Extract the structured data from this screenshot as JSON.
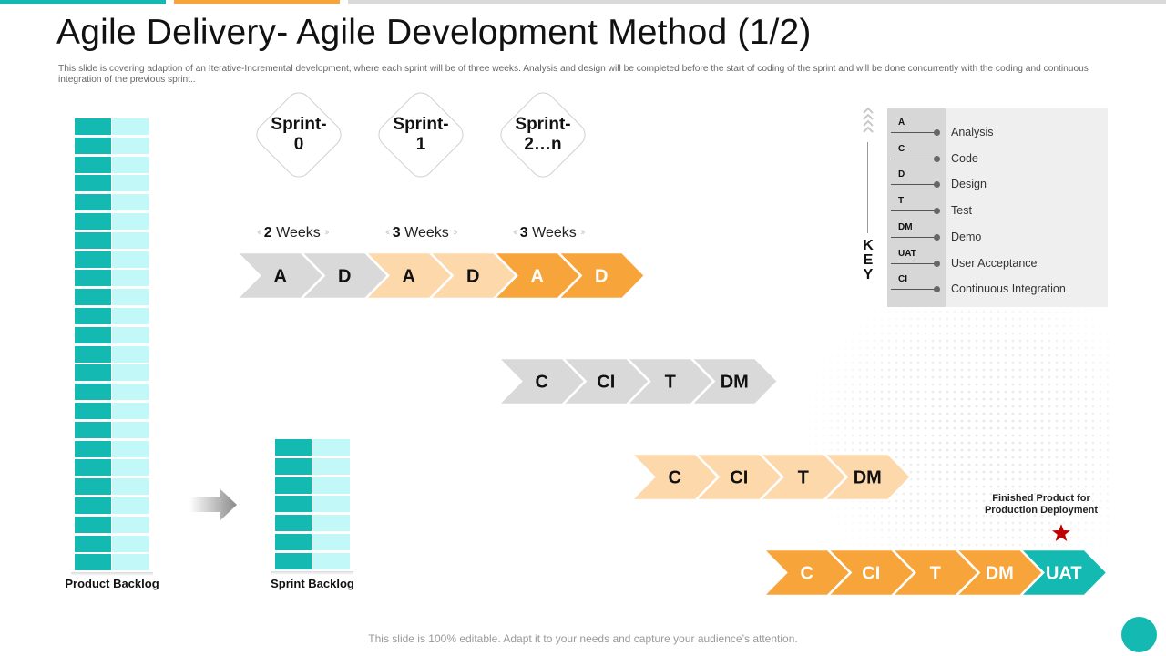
{
  "title": "Agile Delivery- Agile Development Method (1/2)",
  "subtitle": "This slide is covering adaption of an Iterative-Incremental development,  where each sprint will be of three weeks. Analysis and design will be completed  before the start of coding of the sprint and will be done concurrently with the coding and continuous integration of the previous sprint..",
  "colors": {
    "teal": "#14b9b2",
    "light_teal": "#c3f8f8",
    "orange": "#f7a53a",
    "light_orange": "#fbc98c",
    "pale_orange": "#fdd8ab",
    "gray": "#d9d9d9",
    "key_panel": "#efefef",
    "star": "#c00000"
  },
  "backlogs": {
    "product": {
      "label": "Product Backlog",
      "rows": 24
    },
    "sprint": {
      "label": "Sprint Backlog",
      "rows": 7
    }
  },
  "sprints": [
    {
      "label": "Sprint-\n0"
    },
    {
      "label": "Sprint-\n1"
    },
    {
      "label": "Sprint-\n2…n"
    }
  ],
  "weeks": [
    {
      "num": "2",
      "unit": "Weeks"
    },
    {
      "num": "3",
      "unit": "Weeks"
    },
    {
      "num": "3",
      "unit": "Weeks"
    }
  ],
  "rows": [
    {
      "id": "row1",
      "items": [
        {
          "label": "A",
          "color": "#d9d9d9",
          "text": "#111111"
        },
        {
          "label": "D",
          "color": "#d9d9d9",
          "text": "#111111"
        },
        {
          "label": "A",
          "color": "#fdd8ab",
          "text": "#111111"
        },
        {
          "label": "D",
          "color": "#fdd8ab",
          "text": "#111111"
        },
        {
          "label": "A",
          "color": "#f7a53a",
          "text": "#ffffff"
        },
        {
          "label": "D",
          "color": "#f7a53a",
          "text": "#ffffff"
        }
      ]
    },
    {
      "id": "row2",
      "items": [
        {
          "label": "C",
          "color": "#d9d9d9",
          "text": "#111111"
        },
        {
          "label": "CI",
          "color": "#d9d9d9",
          "text": "#111111"
        },
        {
          "label": "T",
          "color": "#d9d9d9",
          "text": "#111111"
        },
        {
          "label": "DM",
          "color": "#d9d9d9",
          "text": "#111111"
        }
      ]
    },
    {
      "id": "row3",
      "items": [
        {
          "label": "C",
          "color": "#fdd8ab",
          "text": "#111111"
        },
        {
          "label": "CI",
          "color": "#fdd8ab",
          "text": "#111111"
        },
        {
          "label": "T",
          "color": "#fdd8ab",
          "text": "#111111"
        },
        {
          "label": "DM",
          "color": "#fdd8ab",
          "text": "#111111"
        }
      ]
    },
    {
      "id": "row4",
      "items": [
        {
          "label": "C",
          "color": "#f7a53a",
          "text": "#ffffff"
        },
        {
          "label": "CI",
          "color": "#f7a53a",
          "text": "#ffffff"
        },
        {
          "label": "T",
          "color": "#f7a53a",
          "text": "#ffffff"
        },
        {
          "label": "DM",
          "color": "#f7a53a",
          "text": "#ffffff"
        },
        {
          "label": "UAT",
          "color": "#14b9b2",
          "text": "#ffffff"
        }
      ]
    }
  ],
  "key": {
    "word": "KEY",
    "items": [
      {
        "abbr": "A",
        "desc": "Analysis"
      },
      {
        "abbr": "C",
        "desc": "Code"
      },
      {
        "abbr": "D",
        "desc": "Design"
      },
      {
        "abbr": "T",
        "desc": "Test"
      },
      {
        "abbr": "DM",
        "desc": "Demo"
      },
      {
        "abbr": "UAT",
        "desc": "User Acceptance"
      },
      {
        "abbr": "CI",
        "desc": "Continuous Integration"
      }
    ]
  },
  "final_note": "Finished Product for Production Deployment",
  "footer": "This slide is 100% editable. Adapt it to your needs and capture your audience’s attention."
}
